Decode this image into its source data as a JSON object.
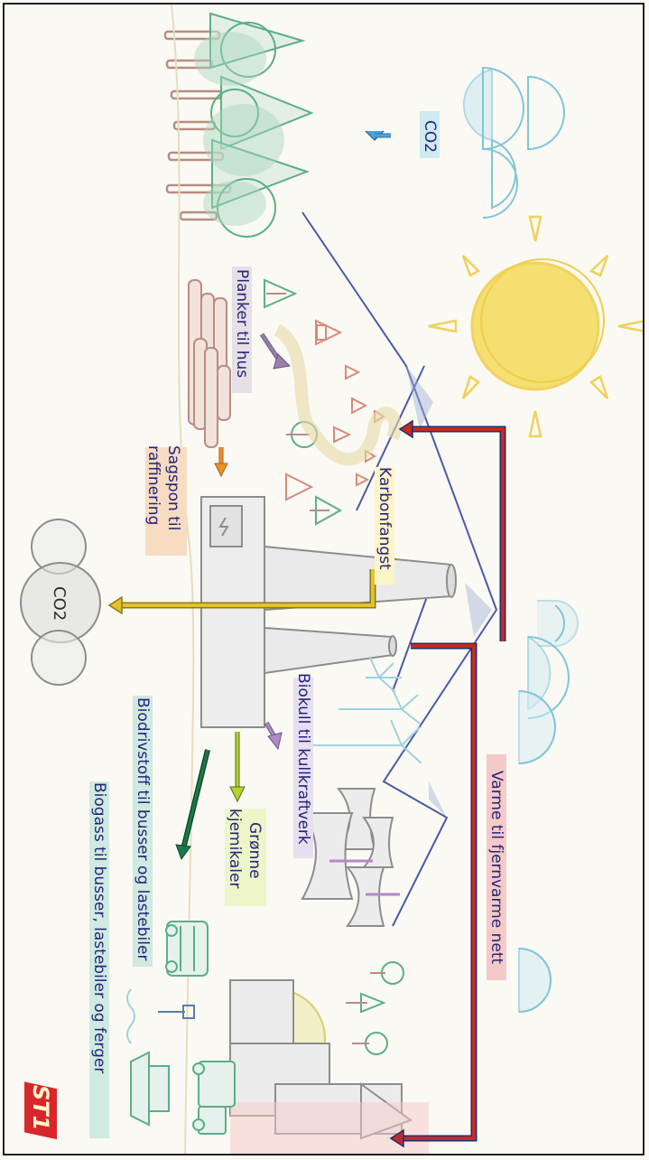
{
  "labels": {
    "co2_top": "CO2",
    "co2_bottom": "CO2",
    "planker": "Planker til hus",
    "sagspon_1": "Sagspon til",
    "sagspon_2": "raffinering",
    "karbonfangst": "Karbonfangst",
    "biokull": "Biokull til kullkraftverk",
    "varme": "Varme til fjernvarme nett",
    "gronne_1": "Grønne",
    "gronne_2": "kjemikaler",
    "biodrivstoff": "Biodrivstoff til busser og lastebiler",
    "biogass": "Biogass til busser, lastebiler og ferger",
    "logo_text": "ST1"
  },
  "colors": {
    "background": "#fbf9f3",
    "heat_arrow": "#c42a25",
    "co2_arrow": "#e3c22b",
    "sun": "#f5de6a",
    "cloud": "#7fc6d9",
    "tree": "#79bf9c",
    "trunk": "#b98c82",
    "mountain": "#4a5aa8",
    "plant": "#9b9b9b",
    "label_text": "#23237a",
    "logo": "#d8262b"
  }
}
